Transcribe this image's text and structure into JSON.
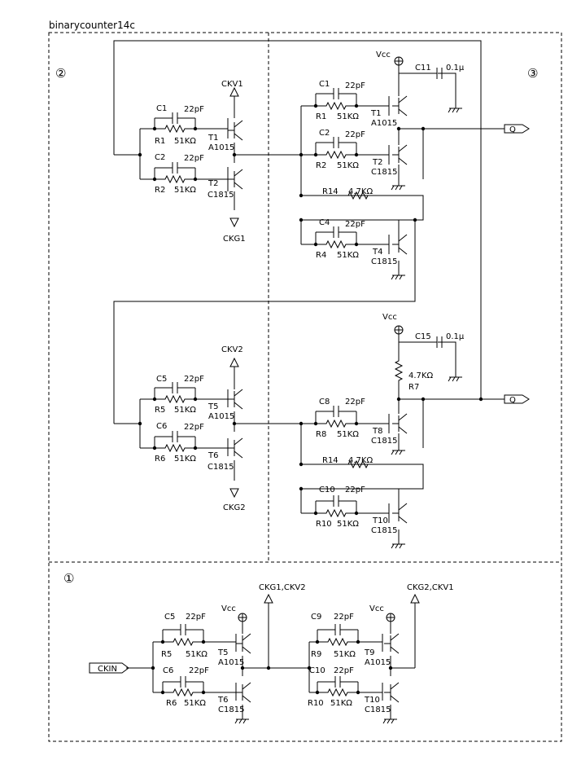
{
  "title": "binarycounter14c",
  "sections": [
    "②",
    "③",
    "①"
  ],
  "labels": {
    "L0": "Vcc",
    "L1": "C11",
    "L2": "0.1μ",
    "L3": "CKV1",
    "L4": "C1",
    "L5": "22pF",
    "L6": "R1",
    "L7": "51KΩ",
    "L8": "T1",
    "L9": "A1015",
    "L10": "C2",
    "L11": "22pF",
    "L12": "R2",
    "L13": "51KΩ",
    "L14": "T2",
    "L15": "C1815",
    "L16": "CKG1",
    "L17": "C1",
    "L18": "22pF",
    "L19": "R1",
    "L20": "51KΩ",
    "L21": "T1",
    "L22": "A1015",
    "L23": "C2",
    "L24": "22pF",
    "L25": "R2",
    "L26": "51KΩ",
    "L27": "T2",
    "L28": "C1815",
    "L29": "R14",
    "L30": "4.7KΩ",
    "L31": "C4",
    "L32": "22pF",
    "L33": "R4",
    "L34": "51KΩ",
    "L35": "T4",
    "L36": "C1815",
    "L37": "Vcc",
    "L38": "C15",
    "L39": "0.1μ",
    "L40": "4.7KΩ",
    "L41": "R7",
    "L42": "CKV2",
    "L43": "C5",
    "L44": "22pF",
    "L45": "R5",
    "L46": "51KΩ",
    "L47": "T5",
    "L48": "A1015",
    "L49": "C6",
    "L50": "22pF",
    "L51": "R6",
    "L52": "51KΩ",
    "L53": "T6",
    "L54": "C1815",
    "L55": "CKG2",
    "L56": "C8",
    "L57": "22pF",
    "L58": "R8",
    "L59": "51KΩ",
    "L60": "T8",
    "L61": "C1815",
    "L62": "R14",
    "L63": "4.7KΩ",
    "L64": "C10",
    "L65": "22pF",
    "L66": "R10",
    "L67": "51KΩ",
    "L68": "T10",
    "L69": "C1815",
    "L70": "CKG1,CKV2",
    "L71": "CKG2,CKV1",
    "L72": "C5",
    "L73": "22pF",
    "L74": "Vcc",
    "L75": "R5",
    "L76": "51KΩ",
    "L77": "T5",
    "L78": "A1015",
    "L79": "C6",
    "L80": "22pF",
    "L81": "R6",
    "L82": "51KΩ",
    "L83": "T6",
    "L84": "C1815",
    "L85": "C9",
    "L86": "22pF",
    "L87": "Vcc",
    "L88": "R9",
    "L89": "51KΩ",
    "L90": "T9",
    "L91": "A1015",
    "L92": "C10",
    "L93": "22pF",
    "L94": "R10",
    "L95": "51KΩ",
    "L96": "T10",
    "L97": "C1815"
  },
  "ports": {
    "Q1": "Q",
    "Q2": "Q",
    "ckin": "CKIN"
  }
}
